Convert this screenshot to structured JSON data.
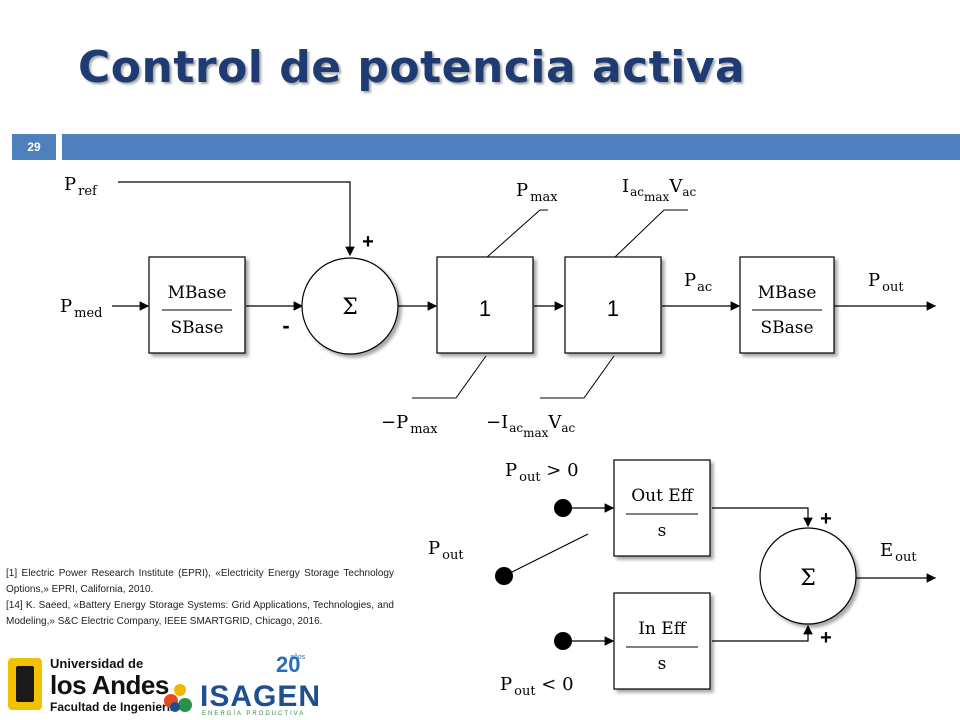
{
  "slide": {
    "title": "Control de potencia activa",
    "number": "29",
    "accent_color": "#4e80bd",
    "title_color": "#1f3b73"
  },
  "diagram": {
    "p_ref": {
      "base": "P",
      "sub": "ref"
    },
    "p_med": {
      "base": "P",
      "sub": "med"
    },
    "gain_block_1": {
      "num": "MBase",
      "den": "SBase"
    },
    "sum_1": {
      "symbol": "Σ",
      "plus": "+",
      "minus": "-"
    },
    "limiter_1": {
      "label": "1",
      "upper": {
        "base": "P",
        "sub": "max"
      },
      "lower": {
        "prefix": "−",
        "base": "P",
        "sub": "max"
      }
    },
    "limiter_2": {
      "label": "1",
      "upper": {
        "base": "I",
        "sub": "ac",
        "subsub": "max",
        "tail": "V",
        "tailsub": "ac"
      },
      "lower": {
        "prefix": "−",
        "base": "I",
        "sub": "ac",
        "subsub": "max",
        "tail": "V",
        "tailsub": "ac"
      }
    },
    "p_ac": {
      "base": "P",
      "sub": "ac"
    },
    "gain_block_2": {
      "num": "MBase",
      "den": "SBase"
    },
    "p_out_1": {
      "base": "P",
      "sub": "out"
    },
    "cond_pos": {
      "base": "P",
      "sub": "out",
      "rel": " > 0"
    },
    "cond_neg": {
      "base": "P",
      "sub": "out",
      "rel": " < 0"
    },
    "p_out_2": {
      "base": "P",
      "sub": "out"
    },
    "out_eff_block": {
      "num": "Out Eff",
      "den": "s"
    },
    "in_eff_block": {
      "num": "In Eff",
      "den": "s"
    },
    "sum_2": {
      "symbol": "Σ",
      "plus_top": "+",
      "plus_bottom": "+"
    },
    "e_out": {
      "base": "E",
      "sub": "out"
    }
  },
  "references": [
    "[1] Electric Power Research Institute (EPRI), «Electricity Energy Storage Technology Options,» EPRI, California, 2010.",
    "[14] K. Saeed, «Battery Energy Storage Systems: Grid Applications, Technologies, and Modeling,» S&C Electric Company, IEEE SMARTGRID, Chicago, 2016."
  ],
  "logos": {
    "uniandes": {
      "line1": "Universidad de",
      "line2": "los Andes",
      "line3": "Facultad de Ingeniería"
    },
    "isagen": {
      "anniv_num": "20",
      "anniv_word": "años",
      "name": "ISAGEN",
      "tagline": "ENERGÍA PRODUCTIVA"
    }
  }
}
